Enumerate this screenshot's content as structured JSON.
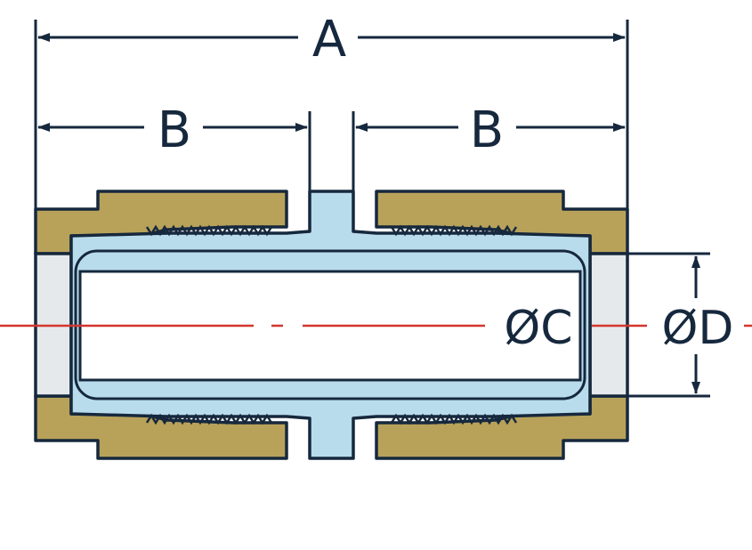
{
  "diagram": {
    "labels": {
      "overall_length": "A",
      "half_length_left": "B",
      "half_length_right": "B",
      "inner_diameter": "ØC",
      "outer_diameter": "ØD"
    },
    "colors": {
      "outline": "#16283d",
      "nut_fill": "#b8a25a",
      "tube_fill": "#b9dcec",
      "bore_fill": "#ffffff",
      "end_fill": "#e6e9ec",
      "centerline": "#d2362e",
      "background": "#ffffff"
    }
  }
}
